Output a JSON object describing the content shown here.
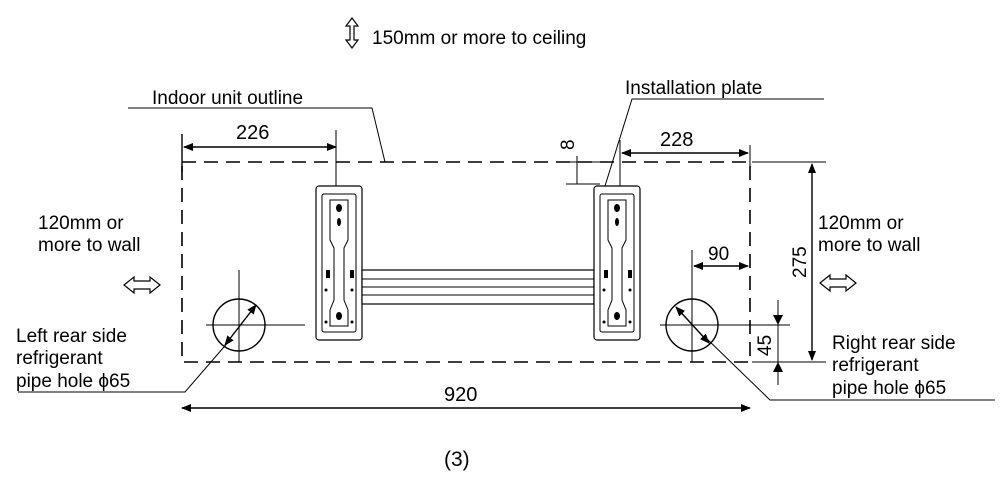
{
  "labels": {
    "ceiling": "150mm or more to ceiling",
    "outline": "Indoor unit outline",
    "plate": "Installation plate",
    "wall_left_1": "120mm or",
    "wall_left_2": "more to wall",
    "wall_right_1": "120mm or",
    "wall_right_2": "more to wall",
    "left_hole_1": "Left rear side",
    "left_hole_2": "refrigerant",
    "left_hole_3": "pipe hole  ϕ65",
    "right_hole_1": "Right rear side",
    "right_hole_2": "refrigerant",
    "right_hole_3": "pipe hole  ϕ65",
    "figure": "(3)"
  },
  "dimensions": {
    "left_offset": "226",
    "right_offset": "228",
    "top_gap": "8",
    "height": "275",
    "hole_offset": "90",
    "hole_height": "45",
    "width": "920"
  },
  "icons": {
    "ceiling_arrow": "double-arrow-vertical-icon",
    "wall_arrow_left": "double-arrow-horizontal-icon",
    "wall_arrow_right": "double-arrow-horizontal-icon"
  }
}
